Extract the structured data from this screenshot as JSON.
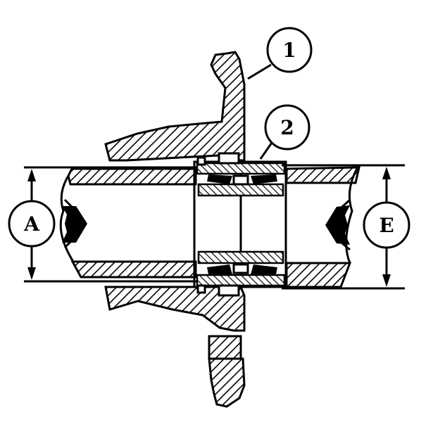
{
  "callouts": {
    "c1": "1",
    "c2": "2",
    "a": "A",
    "e": "E"
  }
}
